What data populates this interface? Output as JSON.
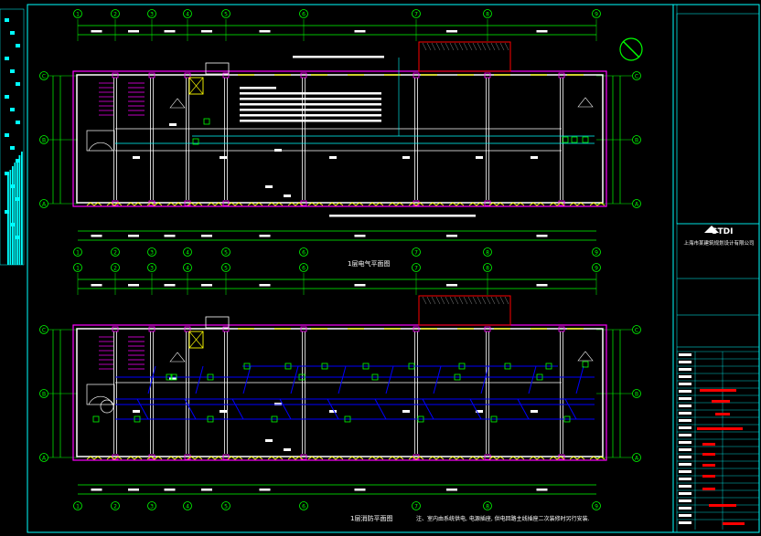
{
  "drawing": {
    "upper_plan_title": "层电气平面图",
    "upper_plan_title_prefix": "1",
    "lower_plan_title": "1层消防平面图",
    "note_label": "注",
    "note_text": "注、室内由系统供电, 电源插座, 供电回路主线插座二次装修时另行安装.",
    "company": "上海市某建筑规划设计有限公司",
    "logo_text": "STDI",
    "grid_columns": [
      "1",
      "2",
      "3",
      "4",
      "5",
      "6",
      "7",
      "8",
      "9"
    ],
    "grid_rows": [
      "C",
      "B",
      "A"
    ]
  },
  "colors": {
    "background": "#000000",
    "wall": "#ffffff",
    "frame": "#00ffff",
    "dimension": "#00ff00",
    "column_outline": "#ff00ff",
    "window": "#ffff00",
    "staircase": "#ff00ff",
    "fire_wiring": "#0000ff",
    "highlight": "#ff0000",
    "device": "#00ff00"
  }
}
